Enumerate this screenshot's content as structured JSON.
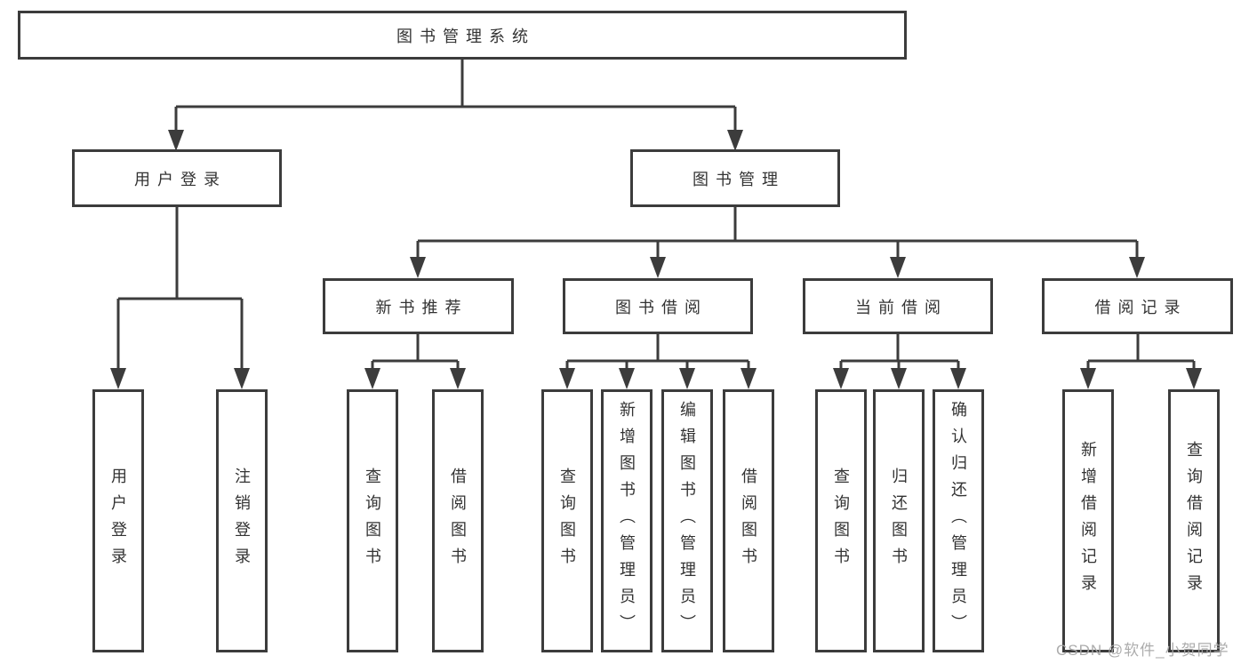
{
  "diagram": {
    "root": {
      "label": "图书管理系统"
    },
    "level2": [
      {
        "label": "用户登录"
      },
      {
        "label": "图书管理"
      }
    ],
    "level3": [
      {
        "label": "新书推荐",
        "parent": "图书管理"
      },
      {
        "label": "图书借阅",
        "parent": "图书管理"
      },
      {
        "label": "当前借阅",
        "parent": "图书管理"
      },
      {
        "label": "借阅记录",
        "parent": "图书管理"
      }
    ],
    "leaves": [
      {
        "label": "用户登录",
        "parent": "用户登录"
      },
      {
        "label": "注销登录",
        "parent": "用户登录"
      },
      {
        "label": "查询图书",
        "parent": "新书推荐"
      },
      {
        "label": "借阅图书",
        "parent": "新书推荐"
      },
      {
        "label": "查询图书",
        "parent": "图书借阅"
      },
      {
        "label": "新增图书（管理员）",
        "parent": "图书借阅"
      },
      {
        "label": "编辑图书（管理员）",
        "parent": "图书借阅"
      },
      {
        "label": "借阅图书",
        "parent": "图书借阅"
      },
      {
        "label": "查询图书",
        "parent": "当前借阅"
      },
      {
        "label": "归还图书",
        "parent": "当前借阅"
      },
      {
        "label": "确认归还（管理员）",
        "parent": "当前借阅"
      },
      {
        "label": "新增借阅记录",
        "parent": "借阅记录"
      },
      {
        "label": "查询借阅记录",
        "parent": "借阅记录"
      }
    ]
  },
  "watermark": {
    "text": "CSDN @软件_小贺同学"
  },
  "colors": {
    "line": "#3c3c3c",
    "box_border": "#3c3c3c",
    "text": "#333333",
    "watermark": "#a8a8a8",
    "background": "#ffffff"
  }
}
